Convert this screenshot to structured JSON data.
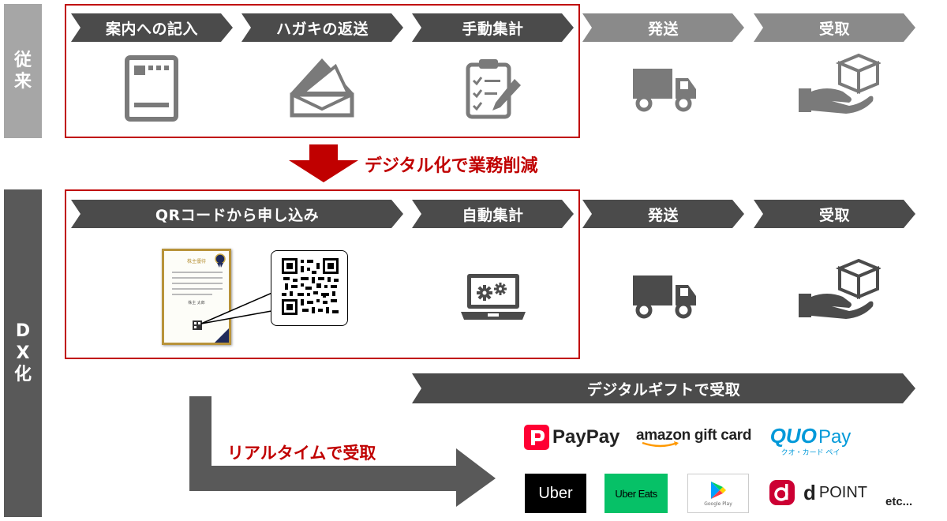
{
  "sections": {
    "traditional": {
      "label": [
        "従",
        "来"
      ]
    },
    "dx": {
      "label": [
        "D",
        "X",
        "化"
      ]
    }
  },
  "traditional_steps": [
    "案内への記入",
    "ハガキの返送",
    "手動集計",
    "発送",
    "受取"
  ],
  "dx_steps": [
    "QRコードから申し込み",
    "自動集計",
    "発送",
    "受取"
  ],
  "transition_text": "デジタル化で業務削減",
  "digital_gift_banner": "デジタルギフトで受取",
  "realtime_text": "リアルタイムで受取",
  "certificate": {
    "title": "株主優待",
    "name": "株主 太郎"
  },
  "brands": {
    "paypay": "PayPay",
    "amazon": "amazon gift card",
    "quo": "QUO",
    "quo_pay": "Pay",
    "quo_sub": "クオ・カード ペイ",
    "uber": "Uber",
    "ubereats": "Uber Eats",
    "googleplay": "Google Play",
    "dpoint": "POINT",
    "dpoint_d": "d",
    "etc": "etc..."
  },
  "colors": {
    "accent_red": "#c00000",
    "dark_gray": "#4b4b4b",
    "light_gray": "#8a8a8a",
    "paypay_red": "#ff0033",
    "ubereats_green": "#06c167",
    "quo_blue": "#0099d9"
  }
}
